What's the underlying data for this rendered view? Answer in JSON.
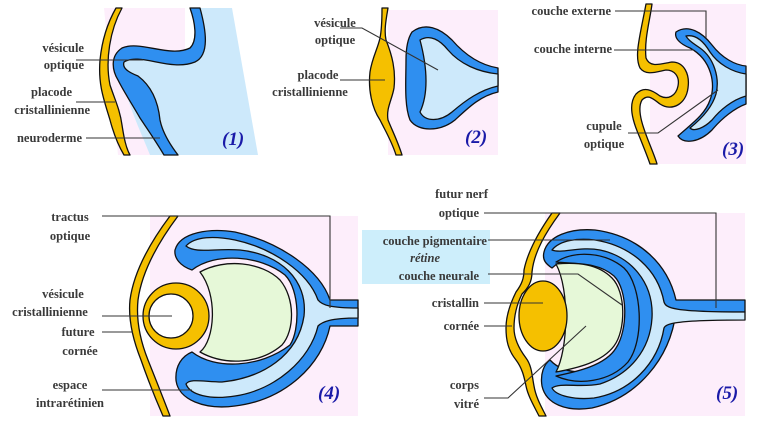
{
  "title": "Formation de l'oeil (stades 1 à 5)",
  "colors": {
    "ectoderm": "#f5c000",
    "neural_dark": "#2f8ff0",
    "neural_light": "#cde9fb",
    "mesenchyme": "#fdeefb",
    "vitreous": "#e6f8d8",
    "stage_number": "#1a1aa8",
    "highlight_box": "#cdeefb"
  },
  "panels": [
    {
      "number": "(1)",
      "labels": {
        "vesicule_1": "vésicule",
        "vesicule_2": "optique",
        "placode_1": "placode",
        "placode_2": "cristallinienne",
        "neuroderme": "neuroderme"
      }
    },
    {
      "number": "(2)",
      "labels": {
        "vesicule_1": "vésicule",
        "vesicule_2": "optique",
        "placode_1": "placode",
        "placode_2": "cristallinienne"
      }
    },
    {
      "number": "(3)",
      "labels": {
        "couche_externe": "couche externe",
        "couche_interne": "couche interne",
        "cupule_1": "cupule",
        "cupule_2": "optique"
      }
    },
    {
      "number": "(4)",
      "labels": {
        "tractus_1": "tractus",
        "tractus_2": "optique",
        "vesicule_1": "vésicule",
        "vesicule_2": "cristallinienne",
        "future_1": "future",
        "future_2": "cornée",
        "espace_1": "espace",
        "espace_2": "intrarétinien"
      }
    },
    {
      "number": "(5)",
      "labels": {
        "nerf_1": "futur nerf",
        "nerf_2": "optique",
        "pigmentaire": "couche pigmentaire",
        "retine": "rétine",
        "neurale": "couche neurale",
        "cristallin": "cristallin",
        "cornee": "cornée",
        "corps_1": "corps",
        "corps_2": "vitré"
      }
    }
  ]
}
